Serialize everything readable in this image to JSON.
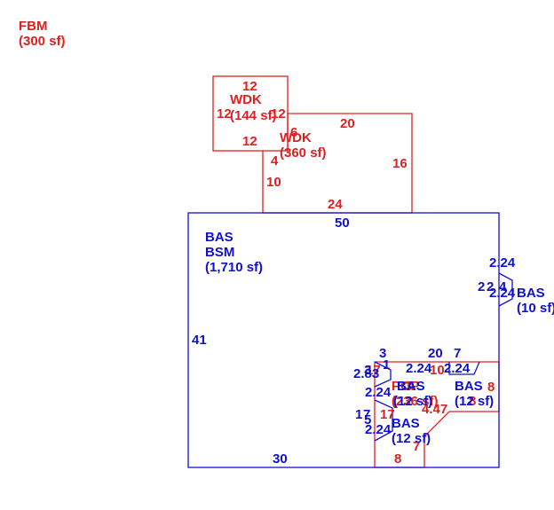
{
  "colors": {
    "red": "#e02020",
    "blue": "#1010d0",
    "background": "#ffffff"
  },
  "fbm": {
    "label": "FBM",
    "area": "(300 sf)"
  },
  "wdk_small": {
    "label": "WDK",
    "area": "(144 sf)",
    "dims": {
      "top": "12",
      "left": "12",
      "right": "12",
      "bottom": "12"
    }
  },
  "wdk_large": {
    "label": "WDK",
    "area": "(360 sf)",
    "dims": {
      "top": "20",
      "right": "16",
      "bottom": "24",
      "left_upper": "6",
      "left_mid": "4",
      "left_lower": "10"
    }
  },
  "main": {
    "label": "BAS",
    "label2": "BSM",
    "area": "(1,710 sf)",
    "dims": {
      "top": "50",
      "left": "41",
      "bottom": "30"
    }
  },
  "bay_right": {
    "label": "BAS",
    "area": "(10 sf)",
    "dims": {
      "a": "2.24",
      "b": "2.24",
      "c": "2",
      "d": "4",
      "e": "2"
    }
  },
  "porch": {
    "label": "POP",
    "area": "(236 sf)",
    "dims": {
      "a": "3",
      "b": "20",
      "c": "7",
      "d": "8",
      "e": "8",
      "f": "7",
      "g": "17",
      "h": "4.47",
      "i": "8",
      "j": "8",
      "k": "3",
      "l": "17",
      "m": "10"
    }
  },
  "bay_upper": {
    "label": "BAS",
    "area": "(12 sf)",
    "dims": {
      "a": "2.24",
      "b": "2.24",
      "c": "2.24",
      "d": "3",
      "e": "1",
      "f": "2.83",
      "g": "2.24"
    }
  },
  "bay_lower": {
    "label": "BAS",
    "area": "(12 sf)",
    "dims": {
      "a": "2.24",
      "b": "2.24",
      "c": "1",
      "d": "7",
      "e": "5",
      "f": "7"
    }
  },
  "overlay": {
    "a": "BAS",
    "b": "(12 sf)",
    "c": "1"
  }
}
